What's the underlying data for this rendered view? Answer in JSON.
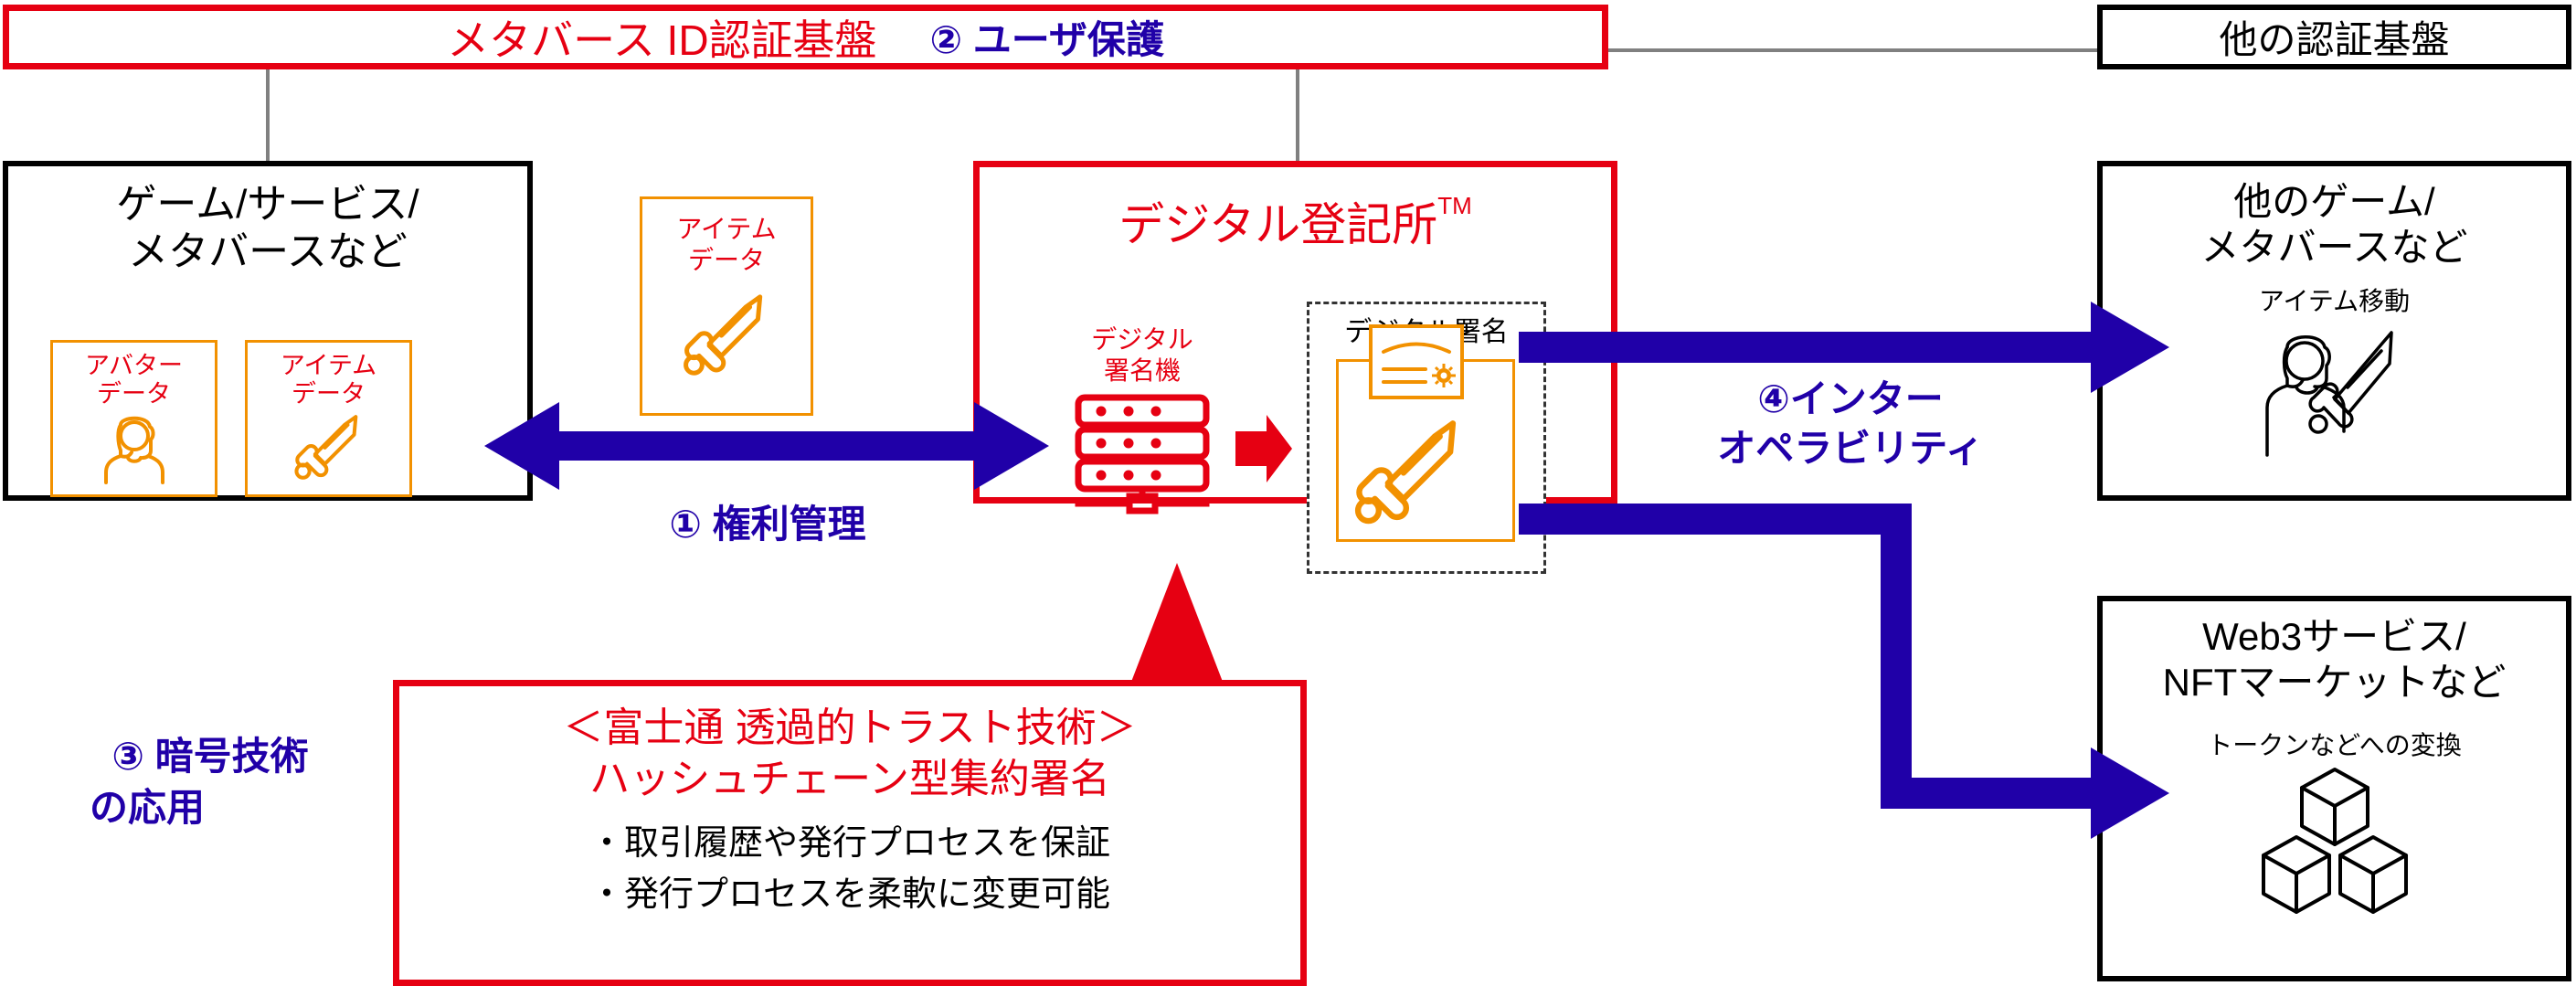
{
  "title_bar": {
    "platform_label": "メタバース ID認証基盤",
    "user_protection_label": "② ユーザ保護"
  },
  "other_auth_box": {
    "label": "他の認証基盤"
  },
  "left_box": {
    "title_line1": "ゲーム/サービス/",
    "title_line2": "メタバースなど",
    "cards": [
      {
        "line1": "アバター",
        "line2": "データ",
        "icon": "avatar-person-icon"
      },
      {
        "line1": "アイテム",
        "line2": "データ",
        "icon": "sword-icon"
      }
    ]
  },
  "item_data_card": {
    "line1": "アイテム",
    "line2": "データ",
    "icon": "sword-icon"
  },
  "registry_box": {
    "title": "デジタル登記所",
    "title_sup": "TM",
    "signer_label_line1": "デジタル",
    "signer_label_line2": "署名機",
    "signer_icon": "server-rack-icon",
    "transform_arrow_icon": "red-right-arrow-icon",
    "signature_group_label": "デジタル署名",
    "signature_cert_icon": "certificate-icon",
    "signature_item_icon": "sword-icon"
  },
  "arrows": {
    "rights_management": "① 権利管理",
    "interoperability_line1": "④インター",
    "interoperability_line2": "オペラビリティ"
  },
  "crypto_label": {
    "line1": "③ 暗号技術",
    "line2": "の応用"
  },
  "trust_box": {
    "heading": "＜富士通 透過的トラスト技術＞",
    "subheading": "ハッシュチェーン型集約署名",
    "bullets": [
      "・取引履歴や発行プロセスを保証",
      "・発行プロセスを柔軟に変更可能"
    ]
  },
  "other_game_box": {
    "title_line1": "他のゲーム/",
    "title_line2": "メタバースなど",
    "caption": "アイテム移動",
    "icon": "person-with-sword-icon"
  },
  "web3_box": {
    "title_line1": "Web3サービス/",
    "title_line2": "NFTマーケットなど",
    "caption": "トークンなどへの変換",
    "icon": "blockchain-cubes-icon"
  },
  "colors": {
    "red": "#e60012",
    "blue": "#2000a8",
    "orange": "#f29100",
    "black": "#000000",
    "gray_connector": "#808080"
  }
}
